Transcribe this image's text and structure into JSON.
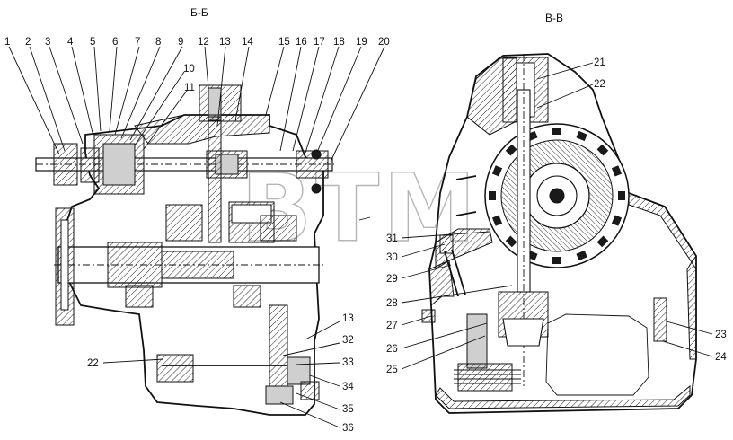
{
  "views": {
    "left_title": "Б-Б",
    "right_title": "В-В"
  },
  "watermark": "BTM",
  "callouts_left_top": [
    "1",
    "2",
    "3",
    "4",
    "5",
    "6",
    "7",
    "8",
    "9",
    "10",
    "11",
    "12",
    "13",
    "14",
    "15",
    "16",
    "17",
    "18",
    "19",
    "20"
  ],
  "callouts_left_bottom": {
    "c13": "13",
    "c22": "22",
    "c32": "32",
    "c33": "33",
    "c34": "34",
    "c35": "35",
    "c36": "36"
  },
  "callouts_right": {
    "c21": "21",
    "c22": "22",
    "c23": "23",
    "c24": "24",
    "c25": "25",
    "c26": "26",
    "c27": "27",
    "c28": "28",
    "c29": "29",
    "c30": "30",
    "c31": "31"
  }
}
